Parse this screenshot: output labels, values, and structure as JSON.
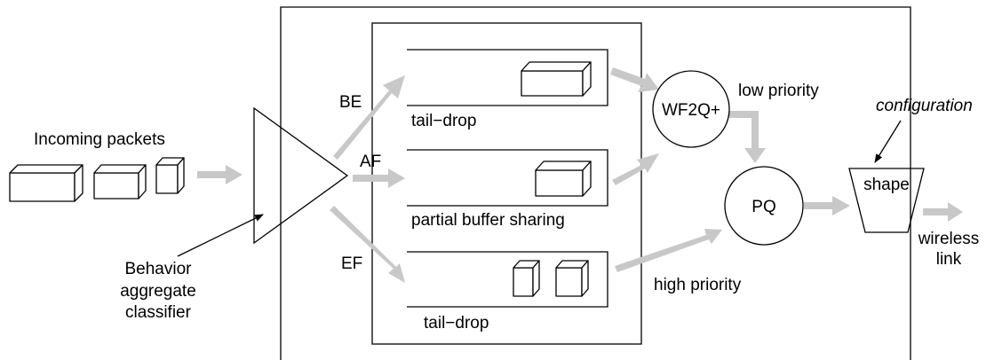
{
  "labels": {
    "incoming": "Incoming packets",
    "classifier_line1": "Behavior",
    "classifier_line2": "aggregate",
    "classifier_line3": "classifier",
    "be": "BE",
    "af": "AF",
    "ef": "EF",
    "be_policy": "tail−drop",
    "af_policy": "partial buffer sharing",
    "ef_policy": "tail−drop",
    "wf2q": "WF2Q+",
    "pq": "PQ",
    "low_priority": "low priority",
    "high_priority": "high priority",
    "configuration": "configuration",
    "shape": "shape",
    "wireless_line1": "wireless",
    "wireless_line2": "link"
  },
  "colors": {
    "flow_arrow": "#c8c8c8",
    "line": "#000000",
    "background": "#ffffff"
  }
}
